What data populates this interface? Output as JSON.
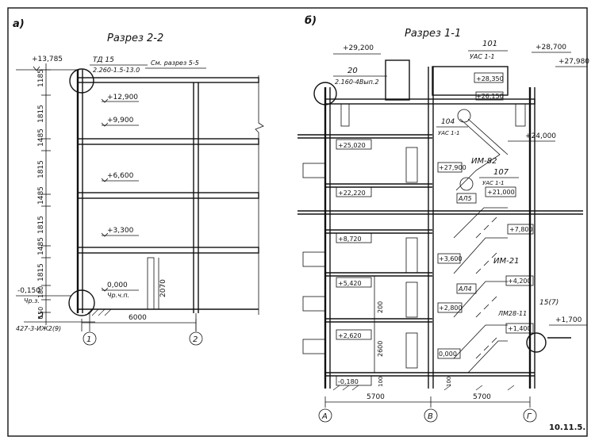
{
  "left": {
    "panel_letter": "а)",
    "title": "Разрез 2-2",
    "node_ref": "ТД 15",
    "node_spec": "2.260-1.5-13.0",
    "see_section": "См. разрез 5-5",
    "elevations": [
      "+13,785",
      "+12,900",
      "+9,900",
      "+6,600",
      "+3,300",
      "0,000",
      "-0,150"
    ],
    "level_marks": [
      "Чр.з.",
      "Чр.ч.п."
    ],
    "dims_vertical": [
      "1185",
      "1815",
      "1485",
      "1815",
      "1485",
      "1815",
      "1485",
      "1815",
      "180",
      "150"
    ],
    "door_dim": "2070",
    "bottom_node": "2",
    "bottom_spec": "427-3-ИЖ2(9)",
    "span": "6000",
    "axes": [
      "1",
      "2"
    ]
  },
  "right": {
    "panel_letter": "б)",
    "title": "Разрез 1-1",
    "node_101": "101",
    "node_101_spec": "УАС 1-1",
    "node_20": "20",
    "node_20_spec": "2.160-4Вып.2",
    "node_104": "104",
    "node_104_spec": "УАС 1-1",
    "node_107": "107",
    "node_107_spec": "УАС 1-1",
    "node_15": "15(7)",
    "im82": "ИМ-82",
    "im21": "ИМ-21",
    "alp5": "АЛ5",
    "alp4": "АЛ4",
    "lm28": "ЛМ28-11",
    "elev_top": [
      "+29,200",
      "+28,700",
      "+27,980",
      "+28,350",
      "+26,150",
      "+24,000"
    ],
    "elev_left": [
      "+25,020",
      "+22,220",
      "+8,720",
      "+5,420",
      "+2,620",
      "-0,180"
    ],
    "elev_mid": [
      "+27,900",
      "+21,000",
      "+7,800",
      "+3,600",
      "+4,200",
      "+2,800",
      "+1,400",
      "0,000"
    ],
    "elev_right": [
      "+1,700"
    ],
    "dim_200": "200",
    "dim_2600": "2600",
    "dim_100a": "100",
    "dim_100b": "100",
    "span_left": "5700",
    "span_right": "5700",
    "axes": [
      "А",
      "В",
      "Г"
    ]
  },
  "figure_number": "10.11.5."
}
